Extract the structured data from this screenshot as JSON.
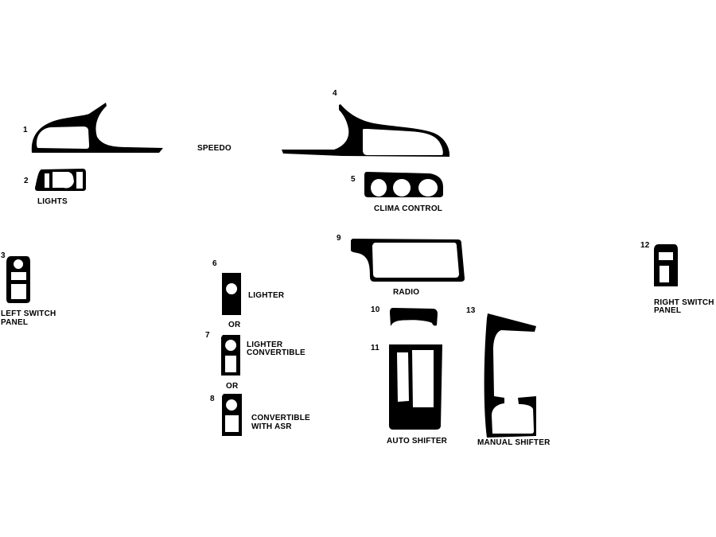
{
  "colors": {
    "part_fill": "#000000",
    "background": "#ffffff"
  },
  "parts": [
    {
      "number": "1",
      "label": "SPEEDO"
    },
    {
      "number": "2",
      "label": "LIGHTS"
    },
    {
      "number": "3",
      "label_line1": "LEFT SWITCH",
      "label_line2": "PANEL"
    },
    {
      "number": "4"
    },
    {
      "number": "5",
      "label": "CLIMA CONTROL"
    },
    {
      "number": "6",
      "label": "LIGHTER"
    },
    {
      "number": "7",
      "label_line1": "LIGHTER",
      "label_line2": "CONVERTIBLE"
    },
    {
      "number": "8",
      "label_line1": "CONVERTIBLE",
      "label_line2": "WITH ASR"
    },
    {
      "number": "9",
      "label": "RADIO"
    },
    {
      "number": "10"
    },
    {
      "number": "11",
      "label": "AUTO SHIFTER"
    },
    {
      "number": "12",
      "label_line1": "RIGHT SWITCH",
      "label_line2": "PANEL"
    },
    {
      "number": "13",
      "label": "MANUAL SHIFTER"
    }
  ],
  "or_labels": [
    "OR",
    "OR"
  ]
}
